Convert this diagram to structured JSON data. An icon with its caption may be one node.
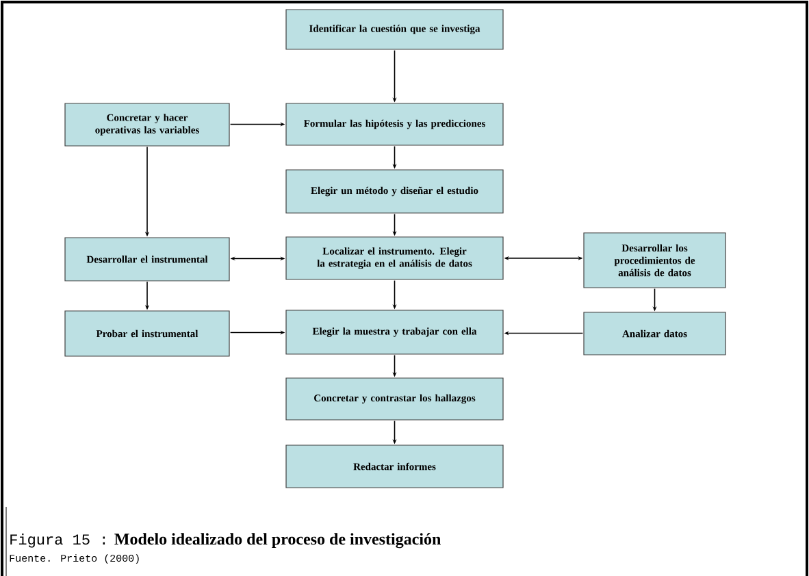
{
  "diagram": {
    "caption": "Modelo idealizado del proceso de investigación",
    "nodes": [
      {
        "text": [
          "Identificar la cuestión que se investiga"
        ]
      },
      {
        "text": [
          "Concretar y hacer operativas las variables"
        ]
      },
      {
        "text": [
          "Formular las hipótesis y las predicciones"
        ]
      },
      {
        "text": [
          "Elegir un método y diseñar el estudio"
        ]
      },
      {
        "text": [
          "Desarrollar el instrumental"
        ]
      },
      {
        "text": [
          "Localizar el instrumento. Elegir la estrategia en el análisis de datos"
        ]
      },
      {
        "text": [
          "Desarrollar los procedimientos de análisis de datos"
        ]
      },
      {
        "text": [
          "Probar el instrumental"
        ]
      },
      {
        "text": [
          "Elegir la muestra y trabajar con ella"
        ]
      },
      {
        "text": [
          "Analizar datos"
        ]
      },
      {
        "text": [
          "Concretar y contrastar los hallazgos"
        ]
      },
      {
        "text": [
          "Redactar informes"
        ]
      }
    ],
    "edges": [
      {
        "from": 0,
        "to": 2,
        "arrow": "to"
      },
      {
        "from": 1,
        "to": 2,
        "arrow": "to"
      },
      {
        "from": 2,
        "to": 3,
        "arrow": "to"
      },
      {
        "from": 1,
        "to": 4,
        "arrow": "to"
      },
      {
        "from": 3,
        "to": 5,
        "arrow": "to"
      },
      {
        "from": 5,
        "to": 4,
        "arrow": "both"
      },
      {
        "from": 5,
        "to": 6,
        "arrow": "both"
      },
      {
        "from": 4,
        "to": 7,
        "arrow": "to"
      },
      {
        "from": 5,
        "to": 8,
        "arrow": "to"
      },
      {
        "from": 6,
        "to": 9,
        "arrow": "to"
      },
      {
        "from": 7,
        "to": 8,
        "arrow": "to"
      },
      {
        "from": 9,
        "to": 8,
        "arrow": "to"
      },
      {
        "from": 8,
        "to": 10,
        "arrow": "to"
      },
      {
        "from": 10,
        "to": 11,
        "arrow": "to"
      }
    ],
    "labels": [
      "Figura 15 :",
      "Fuente. Prieto (2000)"
    ]
  }
}
